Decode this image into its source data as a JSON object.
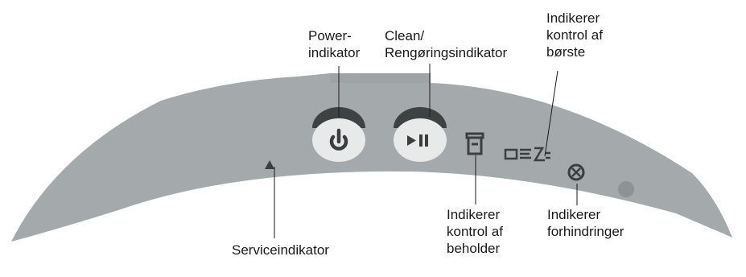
{
  "labels": {
    "power": "Power-\nindikator",
    "clean": "Clean/\nRengøringsindikator",
    "brush": "Indikerer\nkontrol af\nbørste",
    "service": "Serviceindikator",
    "bin": "Indikerer\nkontrol af\nbeholder",
    "obstacle": "Indikerer\nforhindringer"
  },
  "colors": {
    "panel": "#a4a9ab",
    "panel_top": "#9ba0a2",
    "button": "#e8e9e9",
    "button_top": "#3f4243",
    "icon": "#3b3e3f",
    "leader": "#1a1a1a"
  },
  "icons": {
    "power": "power-icon",
    "play_pause": "play-pause-icon",
    "service": "warning-triangle-icon",
    "bin": "dust-bin-icon",
    "brush": "brush-icon",
    "obstacle": "obstacle-icon",
    "dot": "status-dot"
  }
}
